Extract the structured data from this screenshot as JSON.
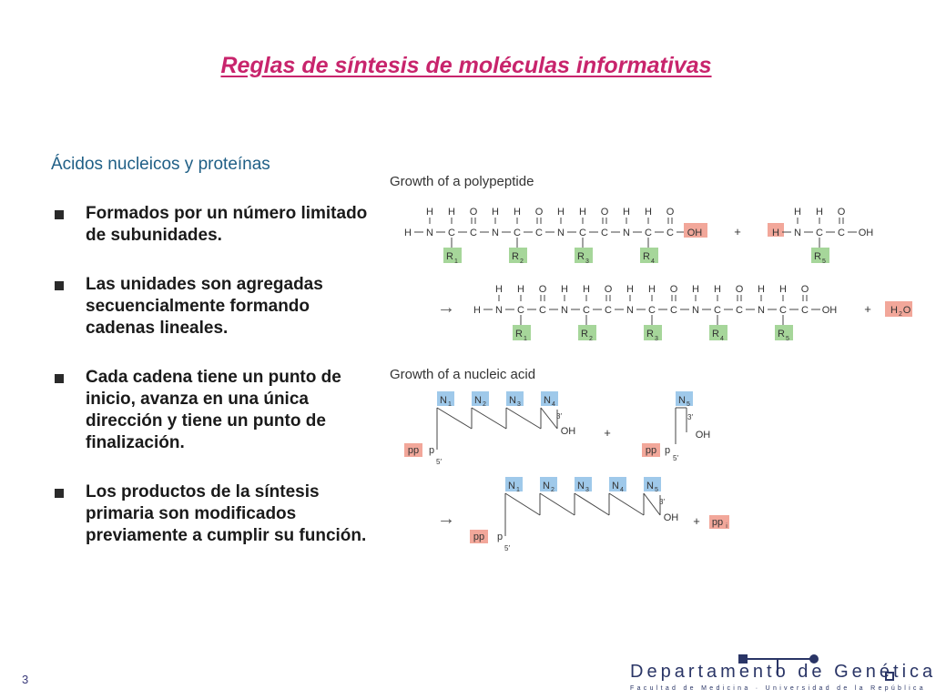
{
  "slide": {
    "title": "Reglas de síntesis de moléculas informativas",
    "subtitle": "Ácidos nucleicos y proteínas",
    "bullets": [
      "Formados por un número limitado de subunidades.",
      "Las unidades son agregadas secuencialmente formando cadenas lineales.",
      "Cada cadena tiene un punto de inicio, avanza en una única dirección y tiene un punto de finalización.",
      "Los productos de la síntesis primaria son modificados previamente a cumplir su función."
    ],
    "page_number": "3"
  },
  "figure": {
    "polypeptide_heading": "Growth of a polypeptide",
    "nucleic_heading": "Growth of a nucleic acid",
    "r_groups": [
      "R1",
      "R2",
      "R3",
      "R4",
      "R5"
    ],
    "nucleotides": [
      "N1",
      "N2",
      "N3",
      "N4",
      "N5"
    ],
    "atoms": {
      "h": "H",
      "n": "N",
      "c": "C",
      "o": "O",
      "oh": "OH",
      "h2o": "H2O"
    },
    "pp": "pp",
    "ppi": "ppi",
    "p": "p",
    "three_prime": "3′",
    "five_prime": "5′",
    "plus": "+",
    "arrow": "→",
    "colors": {
      "r_group": "#a6d69a",
      "nucleotide": "#9fc9ea",
      "pyro": "#f2a79a",
      "title": "#c8246c"
    }
  },
  "footer": {
    "department": "Departamento de Genética",
    "faculty": "Facultad de Medicina · Universidad de la República"
  }
}
